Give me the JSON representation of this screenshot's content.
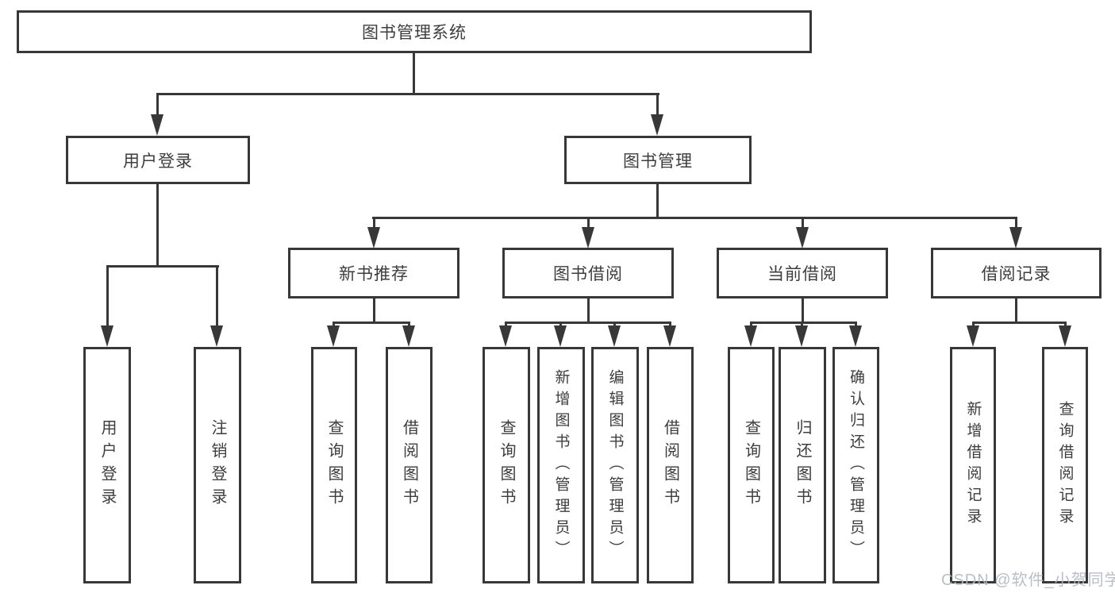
{
  "diagram": {
    "title": "图书管理系统",
    "root": {
      "label": "图书管理系统"
    },
    "level2": [
      {
        "label": "用户登录"
      },
      {
        "label": "图书管理"
      }
    ],
    "level3": [
      {
        "label": "新书推荐"
      },
      {
        "label": "图书借阅"
      },
      {
        "label": "当前借阅"
      },
      {
        "label": "借阅记录"
      }
    ],
    "groups": [
      {
        "parent": "用户登录",
        "leaves": [
          {
            "label": "用户登录"
          },
          {
            "label": "注销登录"
          }
        ]
      },
      {
        "parent": "新书推荐",
        "leaves": [
          {
            "label": "查询图书"
          },
          {
            "label": "借阅图书"
          }
        ]
      },
      {
        "parent": "图书借阅",
        "leaves": [
          {
            "label": "查询图书"
          },
          {
            "label": "新增图书（管理员）"
          },
          {
            "label": "编辑图书（管理员）"
          },
          {
            "label": "借阅图书"
          }
        ]
      },
      {
        "parent": "当前借阅",
        "leaves": [
          {
            "label": "查询图书"
          },
          {
            "label": "归还图书"
          },
          {
            "label": "确认归还（管理员）"
          }
        ]
      },
      {
        "parent": "借阅记录",
        "leaves": [
          {
            "label": "新增借阅记录"
          },
          {
            "label": "查询借阅记录"
          }
        ]
      }
    ]
  },
  "watermark": {
    "text": "CSDN @软件_小贺同学"
  },
  "colors": {
    "line": "#383838",
    "text": "#3d3d3d",
    "watermark": "#b3b7bf",
    "background": "#ffffff"
  }
}
